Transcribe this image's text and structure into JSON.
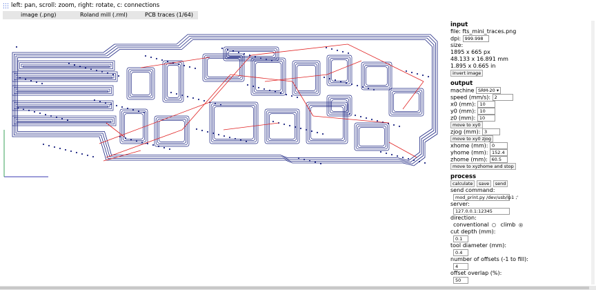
{
  "header": {
    "hint": "left: pan, scroll: zoom, right: rotate, c: connections",
    "tabs": [
      {
        "label": "image (.png)"
      },
      {
        "label": "Roland mill (.rml)"
      },
      {
        "label": "PCB traces (1/64)"
      }
    ]
  },
  "input": {
    "heading": "input",
    "file_label": "file: fts_mini_traces.png",
    "dpi_label": "dpi:",
    "dpi_value": "999.998",
    "size_label": "size:",
    "size_px": "1895 x 665 px",
    "size_mm": "48.133 x 16.891 mm",
    "size_in": "1.895 x 0.665 in",
    "invert_button": "invert image"
  },
  "output": {
    "heading": "output",
    "machine_label": "machine",
    "machine_value": "SRM-20 ▾",
    "speed_label": "speed (mm/s):",
    "speed_value": "2",
    "x0_label": "x0 (mm):",
    "x0_value": "10",
    "y0_label": "y0 (mm):",
    "y0_value": "10",
    "z0_label": "z0 (mm):",
    "z0_value": "10",
    "move_xy0_button": "move to xy0",
    "zjog_label": "zjog (mm):",
    "zjog_value": "3",
    "move_xy0zjog_button": "move to xy0 zjog",
    "xhome_label": "xhome (mm):",
    "xhome_value": "0",
    "yhome_label": "yhome (mm):",
    "yhome_value": "152.4",
    "zhome_label": "zhome (mm):",
    "zhome_value": "60.5",
    "move_home_button": "move to xyzhome and stop"
  },
  "process": {
    "heading": "process",
    "calculate_button": "calculate",
    "save_button": "save",
    "send_button": "send",
    "send_command_label": "send command:",
    "send_command_value": "mod_print.py /dev/usb/lp1 ;'",
    "server_label": "server:",
    "server_value": "127.0.0.1:12345",
    "direction_label": "direction:",
    "conventional_label": "conventional",
    "climb_label": "climb",
    "cut_depth_label": "cut depth (mm):",
    "cut_depth_value": "0.1",
    "tool_diameter_label": "tool diameter (mm):",
    "tool_diameter_value": "0.4",
    "offsets_label": "number of offsets (-1 to fill):",
    "offsets_value": "4",
    "overlap_label": "offset overlap (%):",
    "overlap_value": "50"
  },
  "colors": {
    "trace": "#1a2380",
    "rapid": "#e02020",
    "axis_x": "#3a3ab0",
    "axis_y": "#3aa05a",
    "tab_bg": "#e6e6e6"
  }
}
